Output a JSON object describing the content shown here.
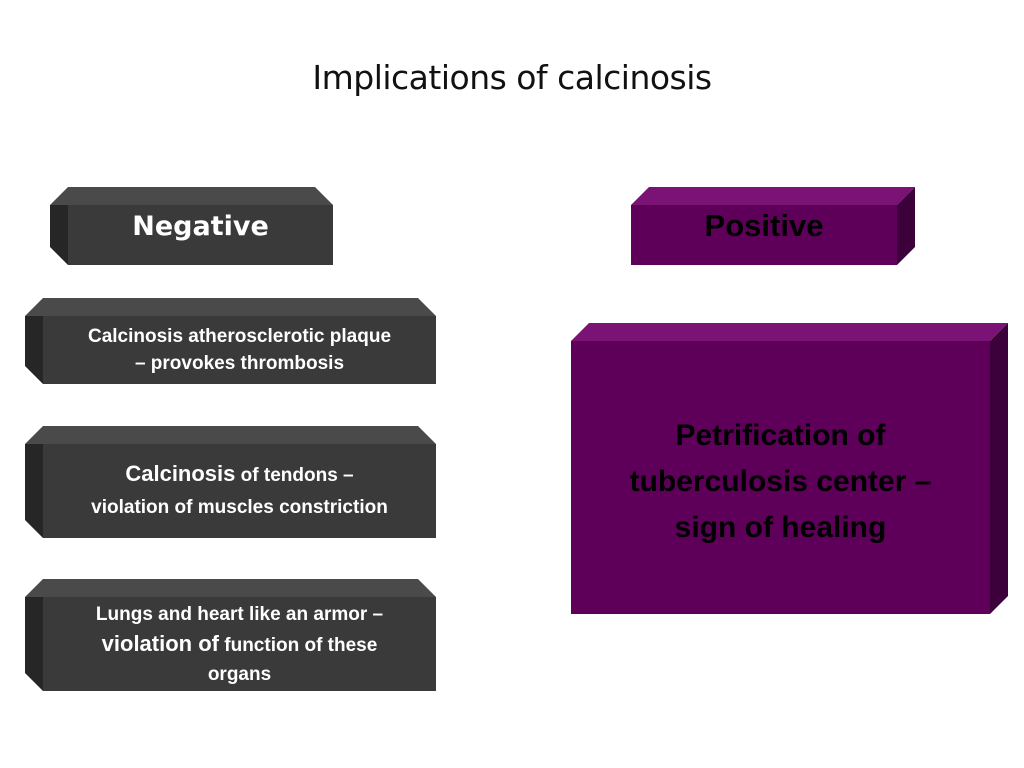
{
  "slide": {
    "title": "Implications of calcinosis"
  },
  "colors": {
    "dark_box": "#3a3a3a",
    "dark_box_side": "#262626",
    "dark_box_top": "#4a4a4a",
    "purple_box": "#5e0059",
    "purple_box_side": "#3c003a",
    "purple_box_top": "#7b1275"
  },
  "negative": {
    "label": "Negative",
    "items": [
      {
        "line1": "Calcinosis atherosclerotic plaque",
        "line2": "– provokes thrombosis"
      },
      {
        "line1_big": "Calcinosis",
        "line1_rest": " of tendons –",
        "line2": "violation of muscles constriction"
      },
      {
        "line1": "Lungs and heart like an armor –",
        "line2_big": "violation of",
        "line2_rest": " function of these",
        "line3": "organs"
      }
    ]
  },
  "positive": {
    "label": "Positive",
    "items": [
      {
        "line1": "Petrification of",
        "line2": "tuberculosis center –",
        "line3": "sign of healing"
      }
    ]
  }
}
